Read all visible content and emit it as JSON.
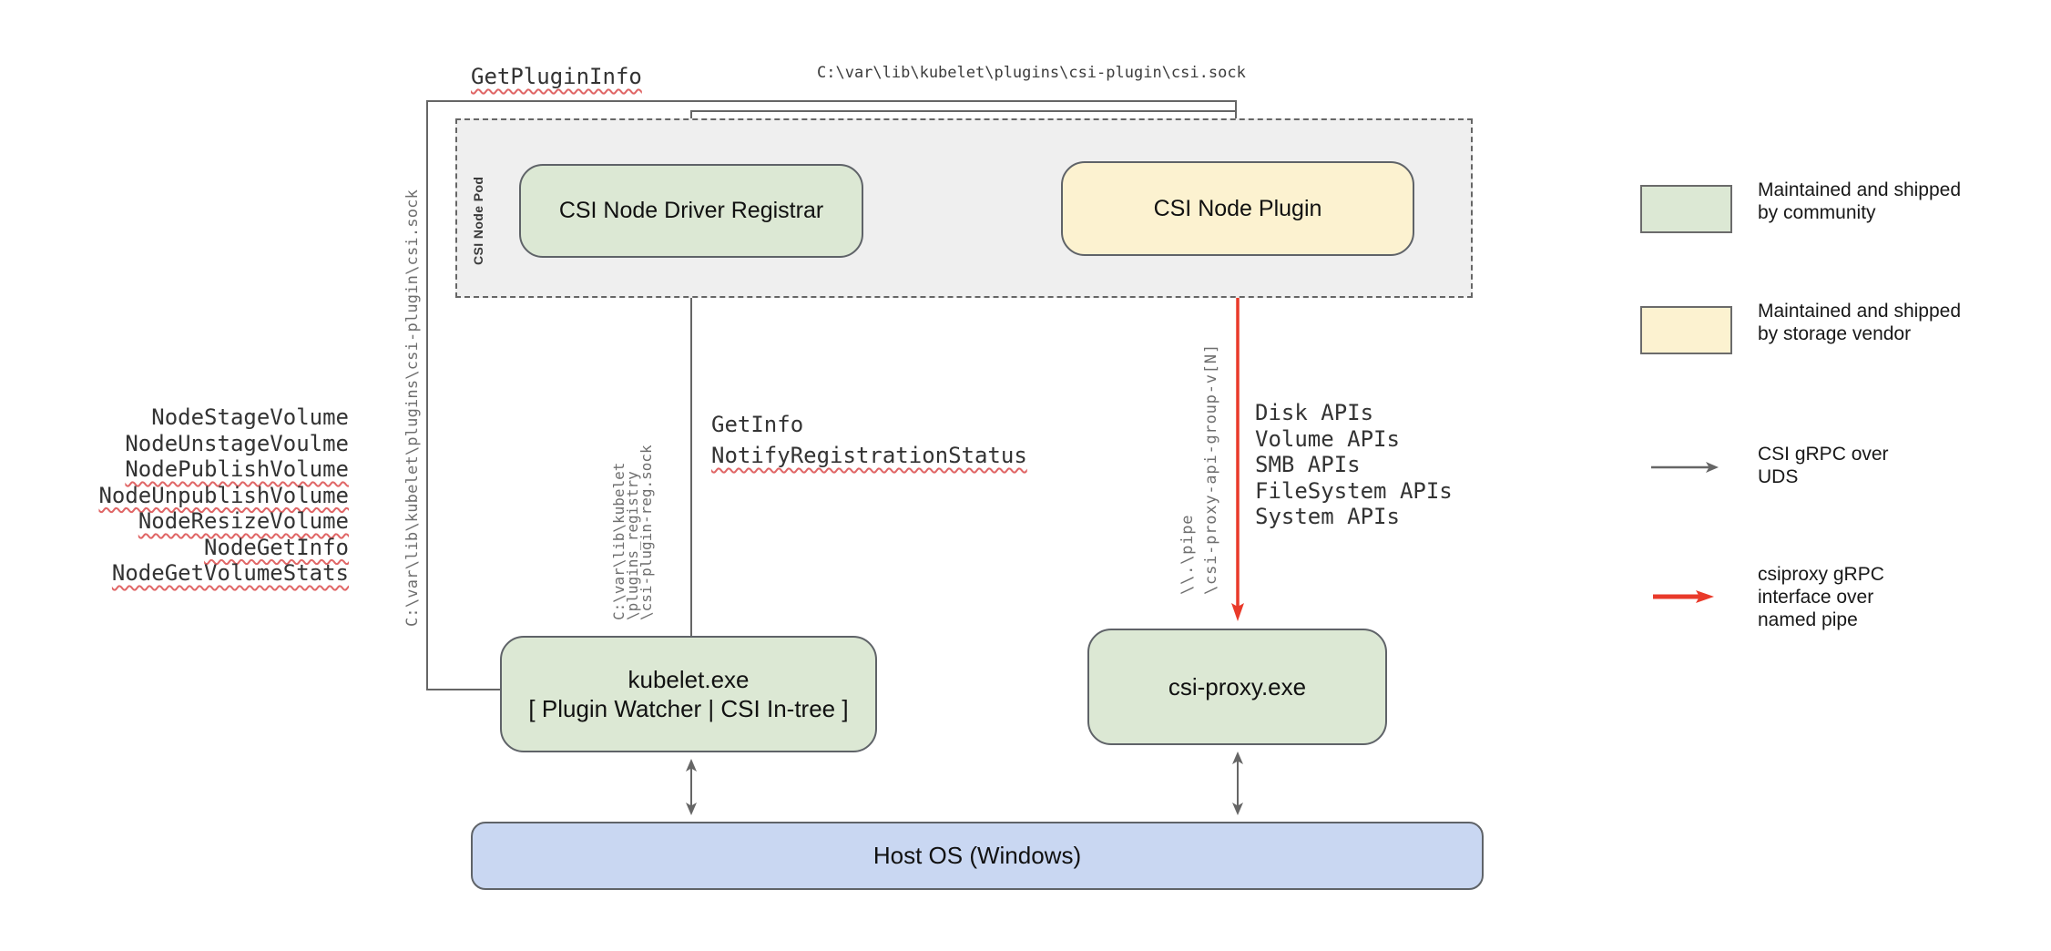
{
  "title": "CSI on Windows architecture diagram",
  "calls": {
    "get_plugin_info": "GetPluginInfo",
    "registrar": [
      "GetInfo",
      "NotifyRegistrationStatus"
    ],
    "node_calls": [
      {
        "text": "NodeStageVolume",
        "misspelled": false
      },
      {
        "text": "NodeUnstageVoulme",
        "misspelled": false
      },
      {
        "text": "NodePublishVolume",
        "misspelled": true
      },
      {
        "text": "NodeUnpublishVolume",
        "misspelled": true
      },
      {
        "text": "NodeResizeVolume",
        "misspelled": true
      },
      {
        "text": "NodeGetInfo",
        "misspelled": true
      },
      {
        "text": "NodeGetVolumeStats",
        "misspelled": true
      }
    ],
    "proxy_apis": [
      "Disk APIs",
      "Volume APIs",
      "SMB APIs",
      "FileSystem APIs",
      "System APIs"
    ]
  },
  "paths": {
    "plugin_socket_top": "C:\\var\\lib\\kubelet\\plugins\\csi-plugin\\csi.sock",
    "plugin_socket_left": "C:\\var\\lib\\kubelet\\plugins\\csi-plugin\\csi.sock",
    "registration_socket_lines": [
      "C:\\var\\lib\\kubelet",
      "\\plugins_registry",
      "\\csi-plugin-reg.sock"
    ],
    "named_pipe_lines": [
      "\\\\.\\pipe",
      "\\csi-proxy-api-group-v[N]"
    ]
  },
  "nodes": {
    "pod_label": "CSI Node Pod",
    "registrar": "CSI Node Driver Registrar",
    "plugin": "CSI Node Plugin",
    "kubelet_line1": "kubelet.exe",
    "kubelet_line2": "[ Plugin Watcher | CSI In-tree ]",
    "csi_proxy": "csi-proxy.exe",
    "host_os": "Host OS (Windows)"
  },
  "legend": [
    {
      "marker": "green-swatch",
      "lines": [
        "Maintained and shipped",
        "by community"
      ]
    },
    {
      "marker": "yellow-swatch",
      "lines": [
        "Maintained and shipped",
        "by storage vendor"
      ]
    },
    {
      "marker": "gray-arrow",
      "lines": [
        "CSI gRPC over",
        "UDS"
      ]
    },
    {
      "marker": "red-arrow",
      "lines": [
        "csiproxy gRPC",
        "interface over",
        "named pipe"
      ]
    }
  ],
  "colors": {
    "community_fill": "#dce8d4",
    "vendor_fill": "#fcf2d0",
    "host_fill": "#c9d7f2",
    "pod_fill": "#efefef",
    "wire_gray": "#666666",
    "wire_red": "#e93a2a",
    "squiggle_red": "#e06666"
  }
}
